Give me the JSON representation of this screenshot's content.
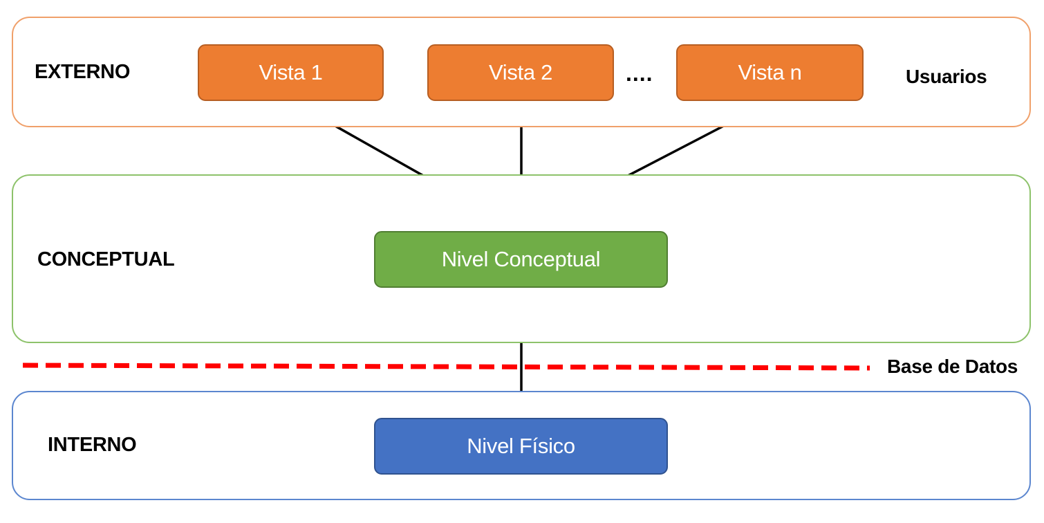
{
  "levels": {
    "externo": "EXTERNO",
    "conceptual": "CONCEPTUAL",
    "interno": "INTERNO"
  },
  "side_labels": {
    "usuarios": "Usuarios",
    "base_de_datos": "Base de Datos"
  },
  "views": [
    "Vista 1",
    "Vista 2",
    "Vista n"
  ],
  "ellipsis": "....",
  "nodes": {
    "conceptual": "Nivel Conceptual",
    "fisico": "Nivel Físico"
  },
  "colors": {
    "externo_border": "#f0a06a",
    "conceptual_border": "#8dc26a",
    "interno_border": "#5b86cf",
    "vista_fill": "#ed7d31",
    "conceptual_fill": "#70ad47",
    "fisico_fill": "#4472c4",
    "database_boundary": "#ff0000"
  }
}
